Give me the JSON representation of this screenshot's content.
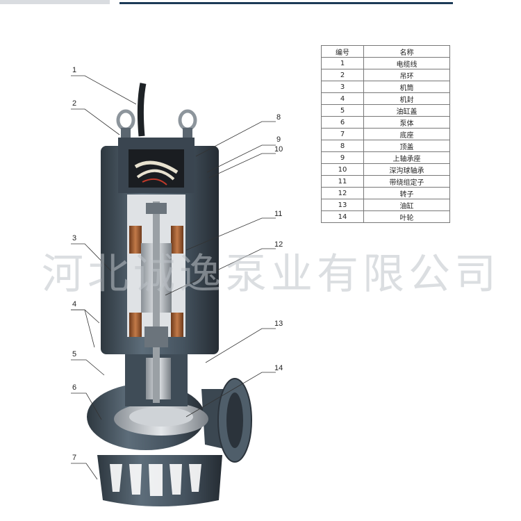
{
  "watermark": "河北诚逸泵业有限公司",
  "table": {
    "headers": {
      "number": "编号",
      "name": "名称"
    },
    "rows": [
      {
        "no": "1",
        "name": "电缆线"
      },
      {
        "no": "2",
        "name": "吊环"
      },
      {
        "no": "3",
        "name": "机筒"
      },
      {
        "no": "4",
        "name": "机封"
      },
      {
        "no": "5",
        "name": "油缸盖"
      },
      {
        "no": "6",
        "name": "泵体"
      },
      {
        "no": "7",
        "name": "底座"
      },
      {
        "no": "8",
        "name": "顶盖"
      },
      {
        "no": "9",
        "name": "上轴承座"
      },
      {
        "no": "10",
        "name": "深沟球轴承"
      },
      {
        "no": "11",
        "name": "带绕组定子"
      },
      {
        "no": "12",
        "name": "转子"
      },
      {
        "no": "13",
        "name": "油缸"
      },
      {
        "no": "14",
        "name": "叶轮"
      }
    ]
  },
  "callouts": [
    "1",
    "2",
    "3",
    "4",
    "5",
    "6",
    "7",
    "8",
    "9",
    "10",
    "11",
    "12",
    "13",
    "14"
  ],
  "colors": {
    "pump_body": "#4a5966",
    "pump_dark": "#2b333b",
    "copper": "#a8653a",
    "steel": "#b9bec3",
    "accent_bar": "#1c3a57"
  }
}
